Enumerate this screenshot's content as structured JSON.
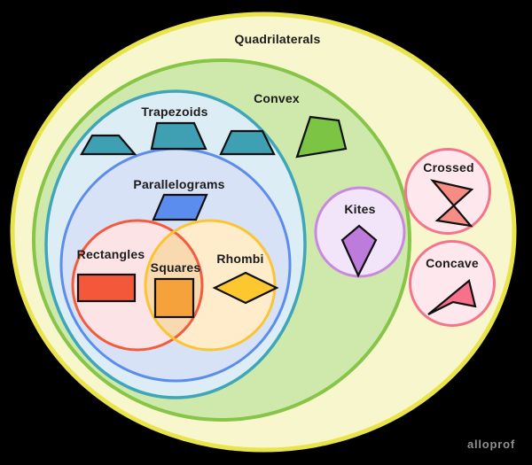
{
  "diagram": {
    "title": "Quadrilaterals",
    "background_color": "#000000",
    "text_color": "#1b1b1b",
    "watermark": {
      "text": "alloprof",
      "color": "#8f8f8f"
    },
    "sets": {
      "quadrilaterals": {
        "label": "Quadrilaterals",
        "fill": "#f8f6cc",
        "stroke": "#e9e44c"
      },
      "convex": {
        "label": "Convex",
        "fill": "#cfe9ac",
        "stroke": "#86c548"
      },
      "trapezoids": {
        "label": "Trapezoids",
        "fill": "#dcedf6",
        "stroke": "#3fa5b8"
      },
      "parallelograms": {
        "label": "Parallelograms",
        "fill": "#d8e2f7",
        "stroke": "#5c8deb"
      },
      "rectangles": {
        "label": "Rectangles",
        "fill": "#fce4e6",
        "stroke": "#f35b3e"
      },
      "rhombi": {
        "label": "Rhombi",
        "fill": "#feeccb",
        "stroke": "#fbc434"
      },
      "squares": {
        "label": "Squares",
        "fill": "#f9d9b0"
      },
      "kites": {
        "label": "Kites",
        "fill": "#f2e4f9",
        "stroke": "#c88ade"
      },
      "crossed": {
        "label": "Crossed",
        "fill": "#fee7ed",
        "stroke": "#f4758b"
      },
      "concave": {
        "label": "Concave",
        "fill": "#fee7ed",
        "stroke": "#f4758b"
      }
    },
    "shapes": {
      "trapezoid": {
        "fill": "#3fa0b4",
        "stroke": "#101010"
      },
      "convex_quad": {
        "fill": "#7cc544",
        "stroke": "#101010"
      },
      "parallelogram": {
        "fill": "#5b8dee",
        "stroke": "#101010"
      },
      "rectangle": {
        "fill": "#f4583a",
        "stroke": "#101010"
      },
      "square": {
        "fill": "#f5a23c",
        "stroke": "#101010"
      },
      "rhombus": {
        "fill": "#fcc72f",
        "stroke": "#101010"
      },
      "kite": {
        "fill": "#bd7bdb",
        "stroke": "#101010"
      },
      "crossed_quad": {
        "fill": "#f68d85",
        "stroke": "#101010"
      },
      "concave_quad": {
        "fill": "#f8708c",
        "stroke": "#101010"
      }
    }
  }
}
